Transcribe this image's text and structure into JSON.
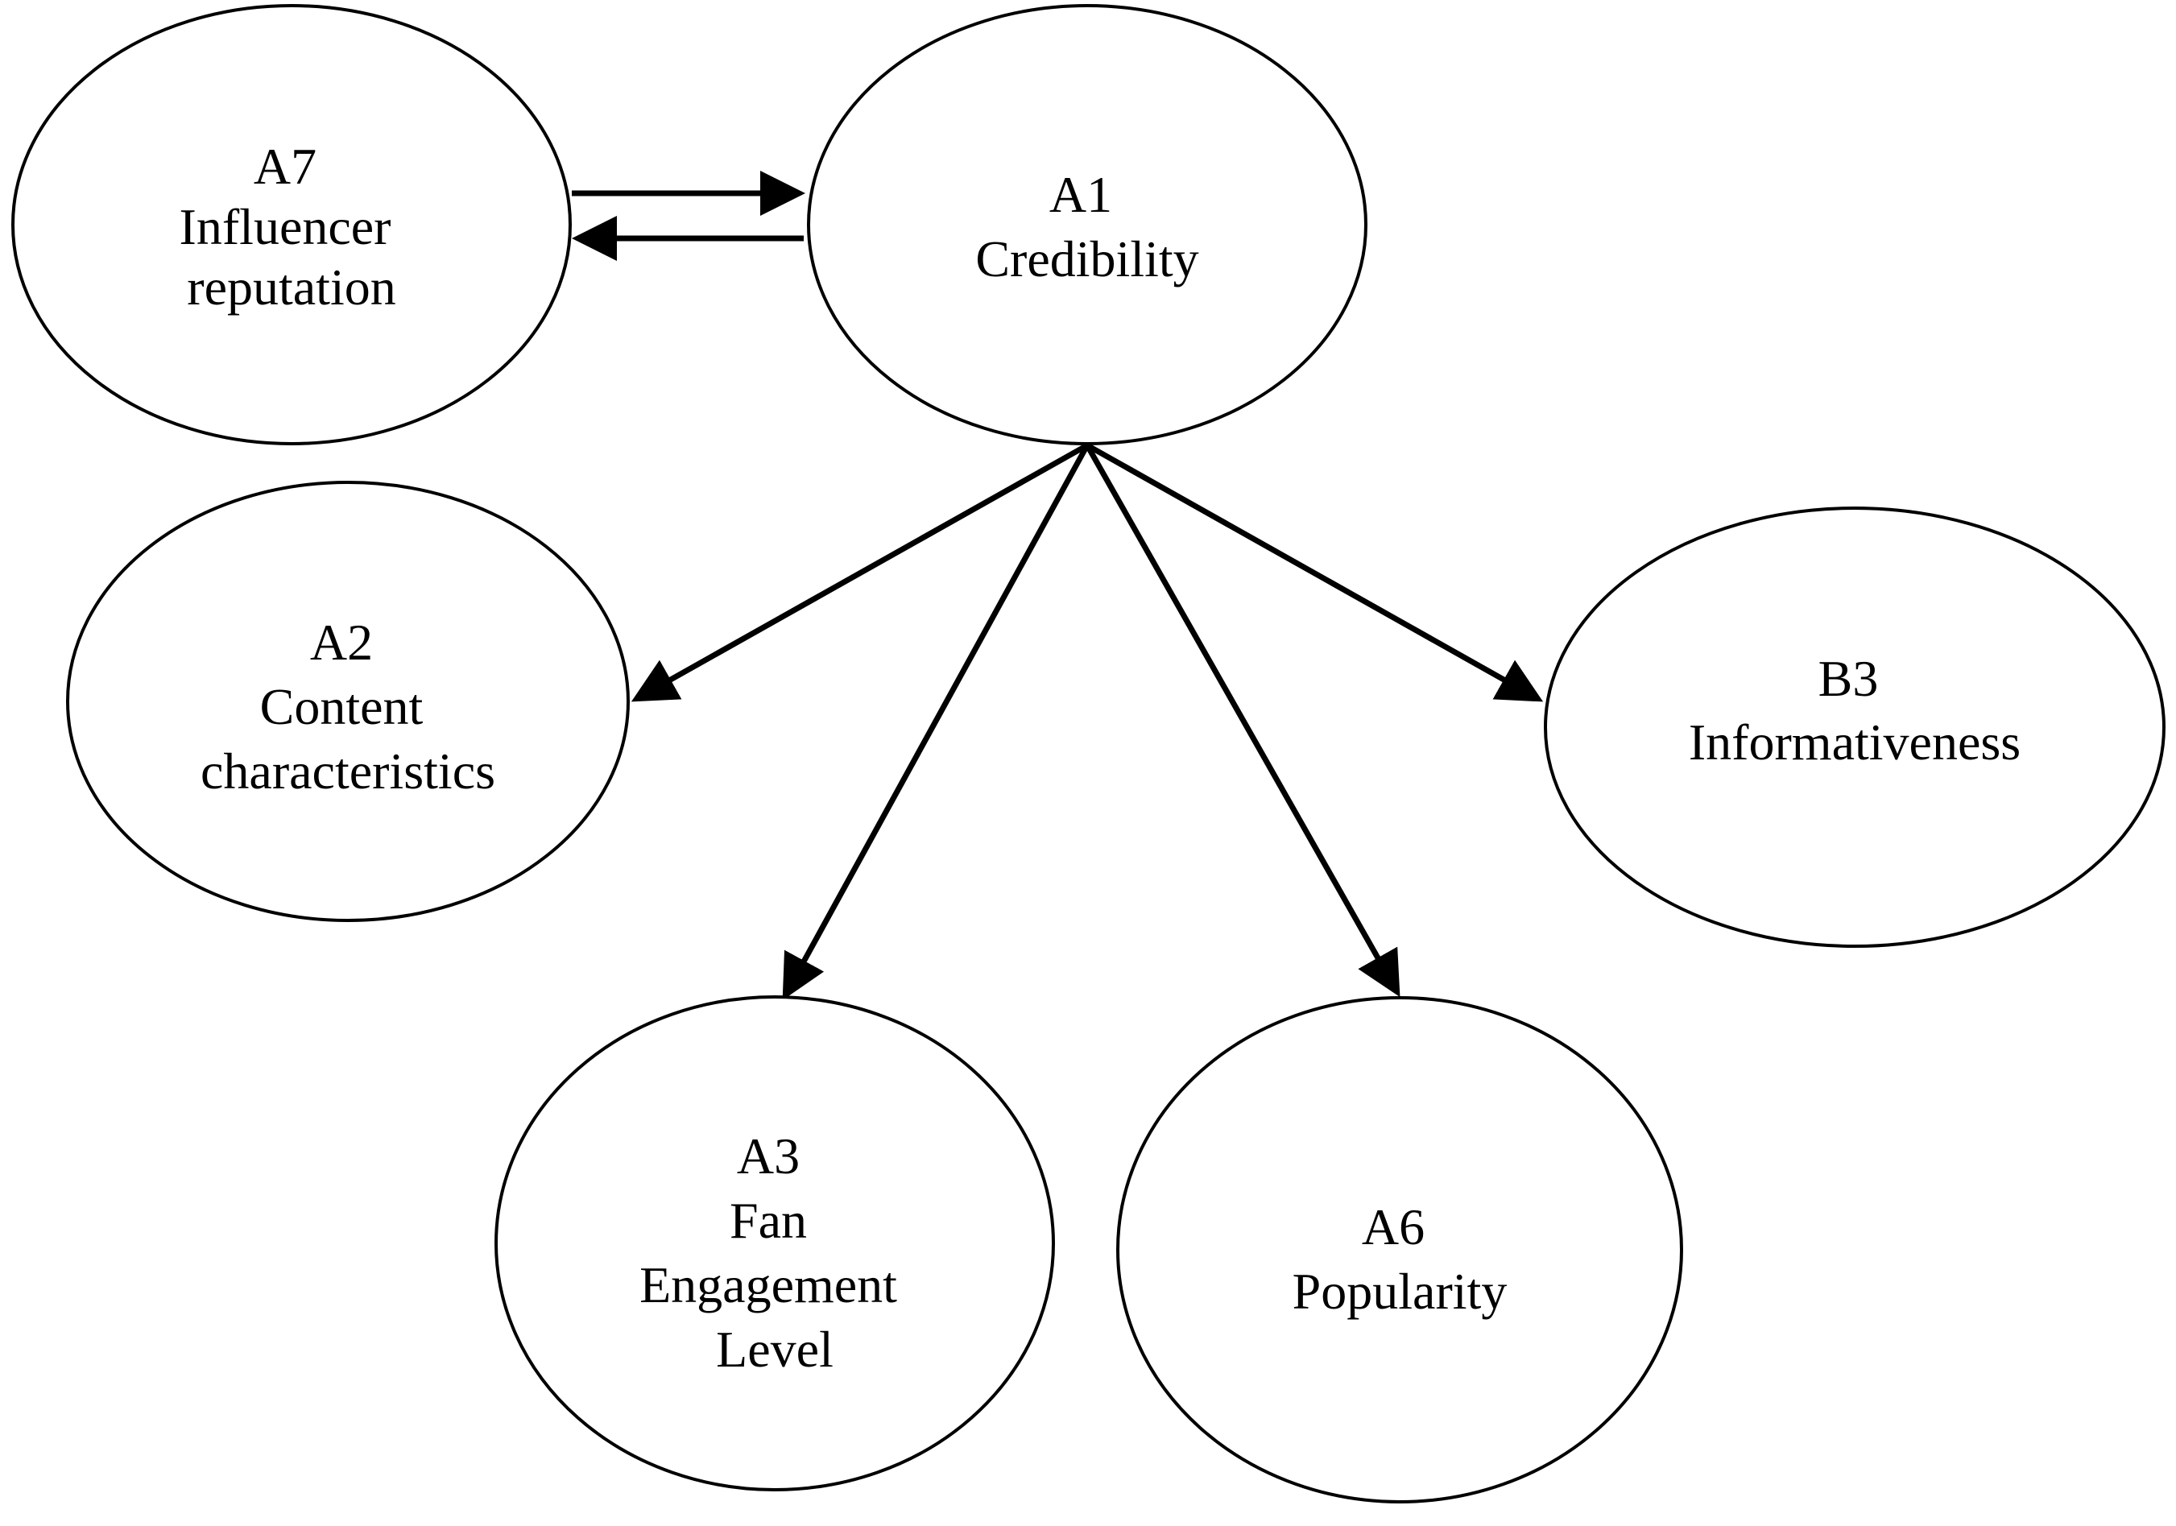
{
  "nodes": {
    "a7": {
      "lines": [
        "A7",
        "Influencer",
        "reputation"
      ]
    },
    "a1": {
      "lines": [
        "A1",
        "Credibility"
      ]
    },
    "a2": {
      "lines": [
        "A2",
        "Content",
        "characteristics"
      ]
    },
    "b3": {
      "lines": [
        "B3",
        "Informativeness"
      ]
    },
    "a3": {
      "lines": [
        "A3",
        "Fan",
        "Engagement",
        "Level"
      ]
    },
    "a6": {
      "lines": [
        "A6",
        "Popularity"
      ]
    }
  },
  "edges": [
    {
      "from": "a7",
      "to": "a1"
    },
    {
      "from": "a1",
      "to": "a7"
    },
    {
      "from": "a1",
      "to": "a2"
    },
    {
      "from": "a1",
      "to": "a3"
    },
    {
      "from": "a1",
      "to": "a6"
    },
    {
      "from": "a1",
      "to": "b3"
    }
  ]
}
